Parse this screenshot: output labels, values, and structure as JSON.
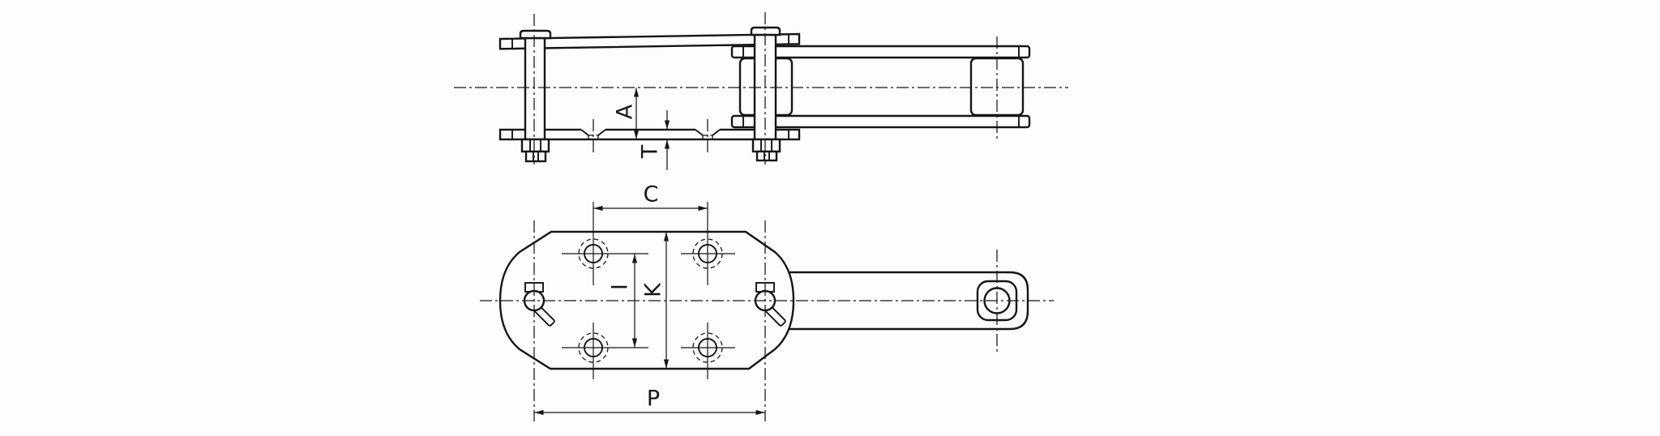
{
  "page": {
    "background": "#fdfdfd",
    "line_color": "#161616"
  },
  "labels": {
    "A": "A",
    "T": "T",
    "C": "C",
    "I": "I",
    "K": "K",
    "P": "P"
  }
}
